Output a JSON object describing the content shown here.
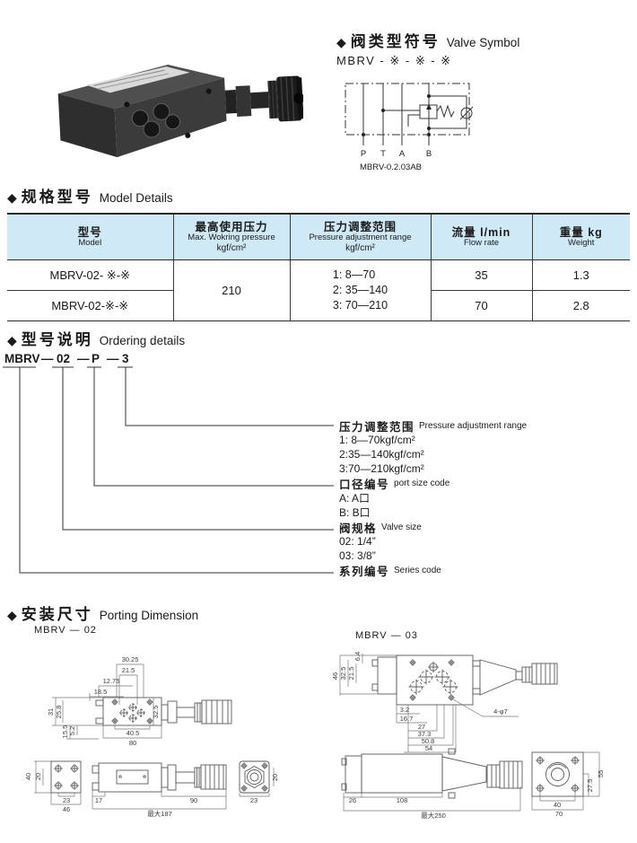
{
  "icons": {
    "diamond": "◆"
  },
  "colors": {
    "table_header_bg": "#cfe9f6",
    "line": "#3a3a3a",
    "text": "#1a1a1a"
  },
  "valve_symbol": {
    "title_zh": "阀类型符号",
    "title_en": "Valve Symbol",
    "model_code": "MBRV - ※ - ※ - ※",
    "ports": [
      "P",
      "T",
      "A",
      "B"
    ],
    "caption": "MBRV-0.2.03AB"
  },
  "model_details": {
    "title_zh": "规格型号",
    "title_en": "Model Details",
    "columns": [
      {
        "zh": "型号",
        "en": "Model"
      },
      {
        "zh": "最高使用压力",
        "en": "Max. Wokring pressure",
        "unit": "kgf/cm²"
      },
      {
        "zh": "压力调整范围",
        "en": "Pressure adjustment range",
        "unit": "kgf/cm²"
      },
      {
        "zh": "流量 l/min",
        "en": "Flow rate"
      },
      {
        "zh": "重量 kg",
        "en": "Weight"
      }
    ],
    "max_pressure": "210",
    "pressure_ranges": [
      "1: 8—70",
      "2: 35—140",
      "3: 70—210"
    ],
    "rows": [
      {
        "model": "MBRV-02- ※-※",
        "flow": "35",
        "weight": "1.3"
      },
      {
        "model": "MBRV-02-※-※",
        "flow": "70",
        "weight": "2.8"
      }
    ]
  },
  "ordering": {
    "title_zh": "型号说明",
    "title_en": "Ordering details",
    "code_parts": [
      "MBRV",
      "02",
      "P",
      "3"
    ],
    "separator": "—",
    "rows": [
      {
        "zh": "压力调整范围",
        "en": "Pressure adjustment range"
      },
      {
        "text": "1: 8—70kgf/cm²"
      },
      {
        "text": "2:35—140kgf/cm²"
      },
      {
        "text": "3:70—210kgf/cm²"
      },
      {
        "zh": "口径编号",
        "en": "port size code"
      },
      {
        "text": "A: A口"
      },
      {
        "text": "B: B口"
      },
      {
        "zh": "阀规格",
        "en": "Valve size"
      },
      {
        "text": "02: 1/4”"
      },
      {
        "text": "03: 3/8”"
      },
      {
        "zh": "系列编号",
        "en": "Series code"
      }
    ]
  },
  "porting": {
    "title_zh": "安装尺寸",
    "title_en": "Porting Dimension",
    "mbrv02_label": "MBRV — 02",
    "mbrv03_label": "MBRV — 03",
    "d02_top": [
      "30.25",
      "21.5",
      "12.75",
      "18.5",
      "31",
      "25.8",
      "15.5",
      "5.2",
      "32.5",
      "40.5",
      "80"
    ],
    "d02_bottom": [
      "40",
      "20",
      "23",
      "46",
      "17",
      "90",
      "最大187",
      "23",
      "20"
    ],
    "d03_top": [
      "6.4",
      "32.5",
      "21.5",
      "46",
      "3.2",
      "16.7",
      "27",
      "37.3",
      "50.8",
      "54",
      "4-φ7"
    ],
    "d03_bottom": [
      "26",
      "108",
      "最大250",
      "40",
      "70",
      "27.5",
      "55"
    ]
  }
}
